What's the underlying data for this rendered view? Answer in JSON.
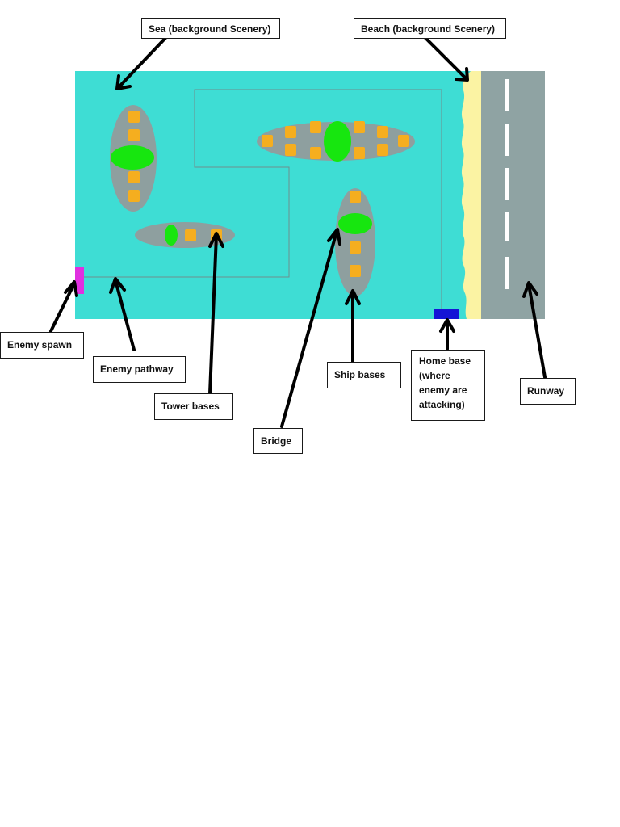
{
  "colors": {
    "sea": "#3EDDD4",
    "beach": "#FBF3A3",
    "runway": "#8FA3A3",
    "runway_marking": "#FFFFFF",
    "island": "#8E9F9F",
    "ship_base": "#F5AE1F",
    "bridge": "#17E60F",
    "enemy_spawn": "#E030E0",
    "home_base": "#1414D6",
    "pathway": "#6E8E8E"
  },
  "labels": {
    "sea": "Sea (background Scenery)",
    "beach": "Beach (background Scenery)",
    "enemy_spawn": "Enemy spawn",
    "enemy_pathway": "Enemy pathway",
    "tower_bases": "Tower bases",
    "bridge": "Bridge",
    "ship_bases": "Ship bases",
    "home_base": "Home base\n(where\nenemy are\nattacking)",
    "runway": "Runway"
  }
}
